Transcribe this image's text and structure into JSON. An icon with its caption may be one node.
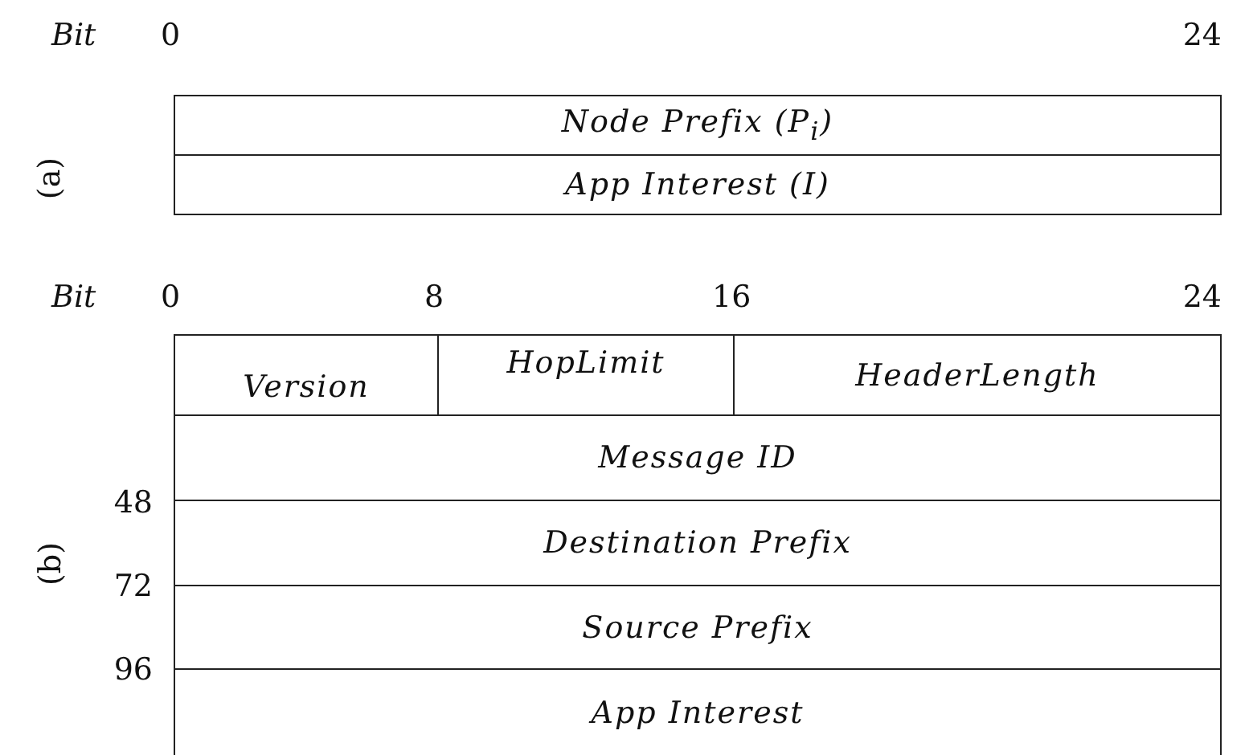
{
  "diagram": {
    "nodes": [
      {
        "text": [
          "Node Prefix (P$_{i}$)"
        ]
      },
      {
        "text": [
          "App Interest (I)"
        ]
      },
      {
        "text": [
          "Version"
        ]
      },
      {
        "text": [
          "HopLimit"
        ]
      },
      {
        "text": [
          "HeaderLength"
        ]
      },
      {
        "text": [
          "Message ID"
        ]
      },
      {
        "text": [
          "Destination Prefix"
        ]
      },
      {
        "text": [
          "Source Prefix"
        ]
      },
      {
        "text": [
          "App Interest"
        ]
      }
    ],
    "edges": [],
    "labels": [
      "Bit",
      "0",
      "24",
      "(a)",
      "Bit",
      "0",
      "8",
      "16",
      "24",
      "48",
      "(b)",
      "72",
      "96"
    ]
  }
}
